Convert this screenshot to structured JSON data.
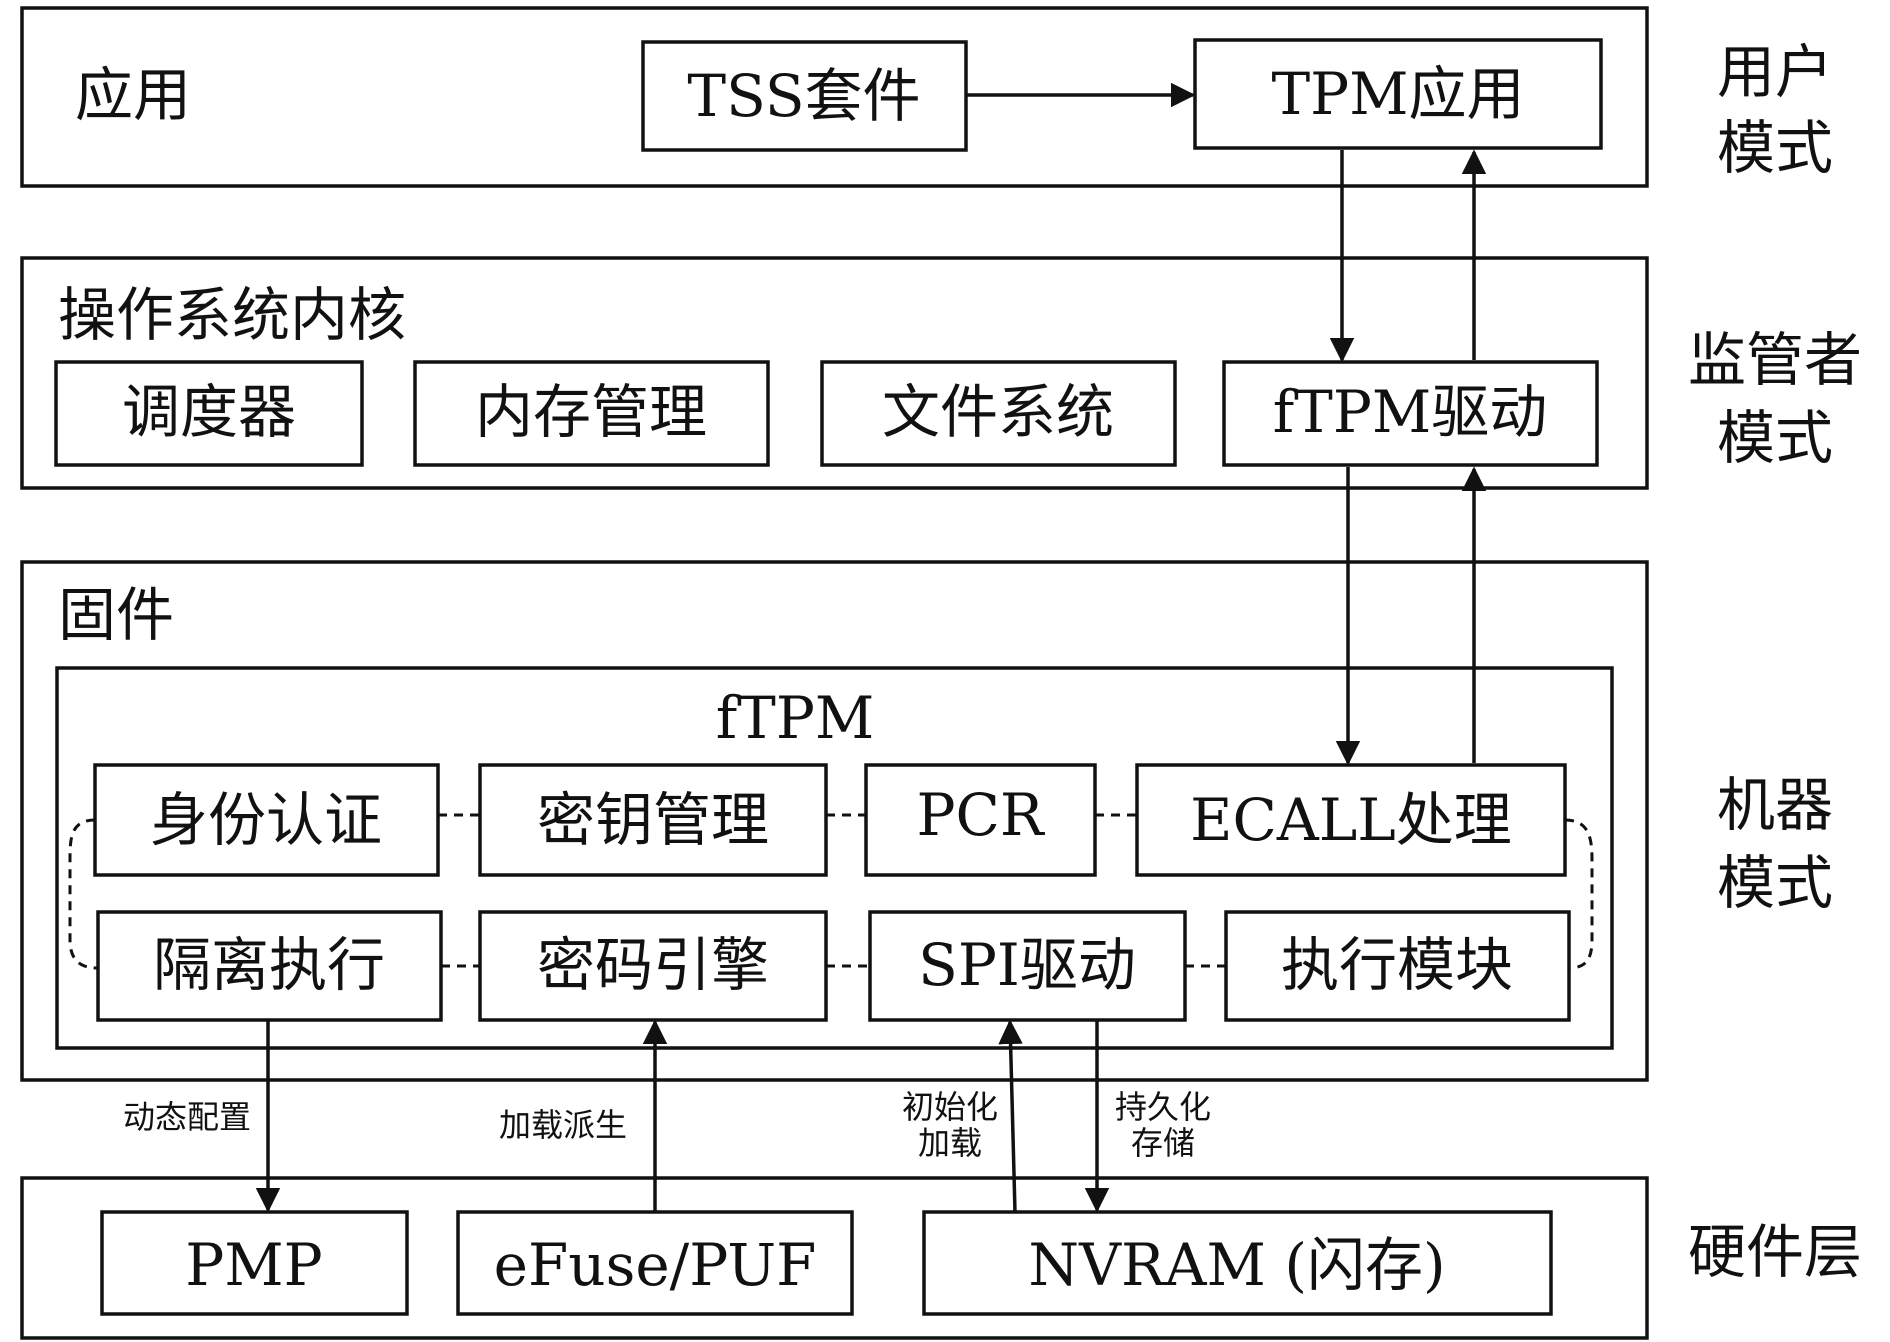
{
  "layers": {
    "user": {
      "region_label": "应用",
      "mode_label": [
        "用户",
        "模式"
      ],
      "tss": "TSS套件",
      "tpm_app": "TPM应用"
    },
    "supervisor": {
      "region_label": "操作系统内核",
      "mode_label": [
        "监管者",
        "模式"
      ],
      "modules": [
        "调度器",
        "内存管理",
        "文件系统",
        "fTPM驱动"
      ]
    },
    "machine": {
      "region_label": "固件",
      "mode_label": [
        "机器",
        "模式"
      ],
      "ftpm_title": "fTPM",
      "row1": [
        "身份认证",
        "密钥管理",
        "PCR",
        "ECALL处理"
      ],
      "row2": [
        "隔离执行",
        "密码引擎",
        "SPI驱动",
        "执行模块"
      ]
    },
    "hardware": {
      "mode_label": [
        "硬件层"
      ],
      "modules": [
        "PMP",
        "eFuse/PUF",
        "NVRAM (闪存)"
      ]
    }
  },
  "edge_labels": {
    "dynamic_config": "动态配置",
    "load_derive": "加载派生",
    "init_load": [
      "初始化",
      "加载"
    ],
    "persist_store": [
      "持久化",
      "存储"
    ]
  }
}
